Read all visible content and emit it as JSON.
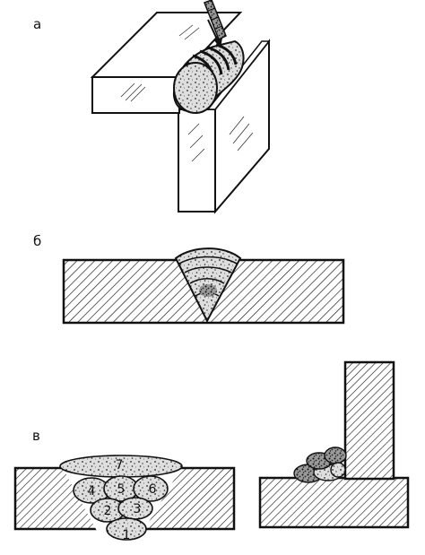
{
  "labels": {
    "a": "а",
    "b": "б",
    "v": "в"
  },
  "beads": [
    "1",
    "2",
    "3",
    "4",
    "5",
    "6",
    "7"
  ],
  "colors": {
    "ink": "#111111",
    "paper": "#ffffff",
    "weld_fill": "#d9d9d9"
  }
}
